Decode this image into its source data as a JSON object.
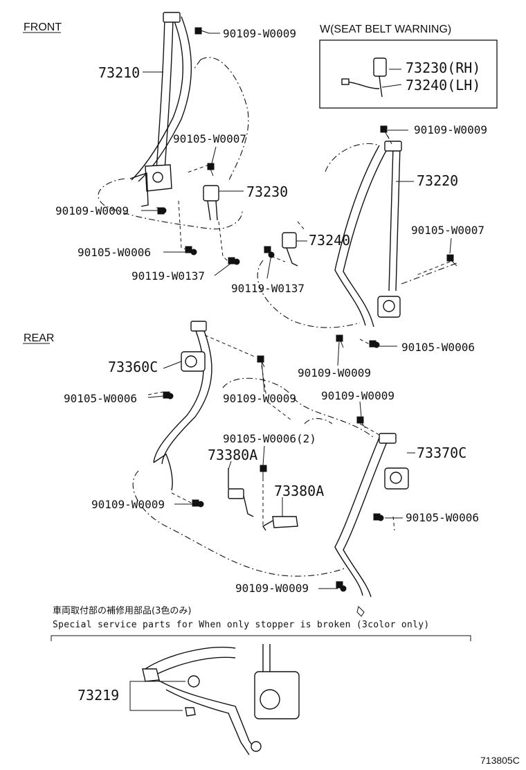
{
  "sections": {
    "front": "FRONT",
    "rear": "REAR",
    "warning_title": "W(SEAT BELT WARNING)"
  },
  "labels": {
    "p73210": "73210",
    "p73220": "73220",
    "p73230": "73230",
    "p73240": "73240",
    "p73230rh": "73230(RH)",
    "p73240lh": "73240(LH)",
    "p73360c": "73360C",
    "p73370c": "73370C",
    "p73380a_1": "73380A",
    "p73380a_2": "73380A",
    "p73219": "73219",
    "b_90109_w0009_1": "90109-W0009",
    "b_90105_w0007_1": "90105-W0007",
    "b_90109_w0009_2": "90109-W0009",
    "b_90105_w0006_1": "90105-W0006",
    "b_90119_w0137_1": "90119-W0137",
    "b_90109_w0009_3": "90109-W0009",
    "b_90105_w0007_2": "90105-W0007",
    "b_90119_w0137_2": "90119-W0137",
    "b_90105_w0006_2": "90105-W0006",
    "b_90109_w0009_4": "90109-W0009",
    "b_90105_w0006_3": "90105-W0006",
    "b_90109_w0009_5": "90109-W0009",
    "b_90109_w0009_6": "90109-W0009",
    "b_90105_w0006_4": "90105-W0006(2)",
    "b_90109_w0009_7": "90109-W0009",
    "b_90105_w0006_5": "90105-W0006",
    "b_90109_w0009_8": "90109-W0009"
  },
  "notes": {
    "jp": "車両取付部の補修用部品(3色のみ)",
    "en": "Special service parts for When only stopper is broken (3color only)"
  },
  "figure_id": "713805C"
}
